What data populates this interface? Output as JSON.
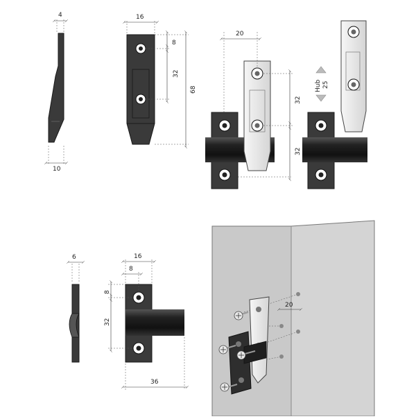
{
  "dimensions": {
    "side_thickness_top": "4",
    "side_width_bottom": "10",
    "plate_width_top": "16",
    "hole_offset_top": "8",
    "hole_spacing_top": "32",
    "plate_height": "68",
    "latch_offset": "20",
    "latch_hole_spacing_a": "32",
    "latch_hole_spacing_b": "32",
    "stroke_label": "Hub",
    "stroke_value": "25",
    "keeper_thickness": "6",
    "keeper_width": "16",
    "keeper_hole_offset_x": "8",
    "keeper_hole_offset_y": "8",
    "keeper_hole_spacing": "32",
    "keeper_total_width": "36",
    "install_hole_spacing": "20"
  },
  "colors": {
    "part_dark": "#3a3a3a",
    "part_light": "#ececec",
    "wall": "#c9c9c9",
    "bar_dark": "#1f1f1f"
  }
}
